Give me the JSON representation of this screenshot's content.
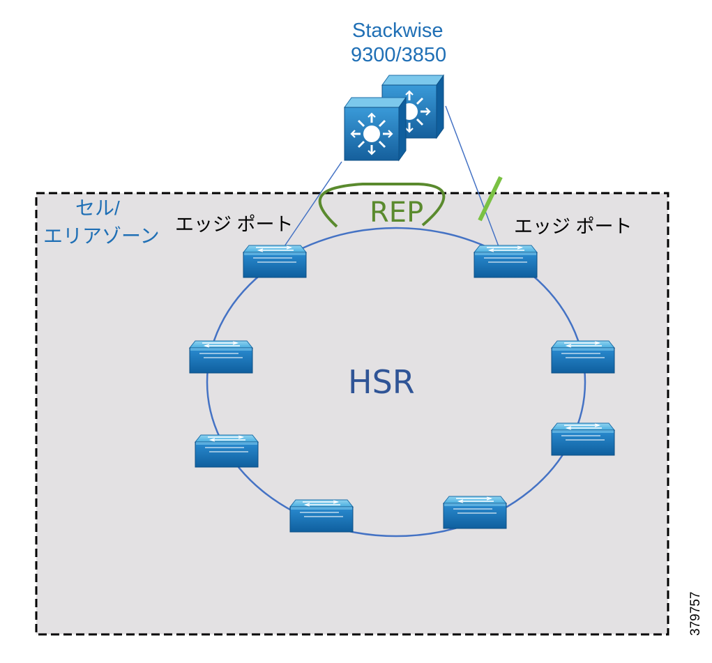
{
  "stack": {
    "title": "Stackwise",
    "model": "9300/3850"
  },
  "cell_zone": {
    "line1": "セル/",
    "line2": "エリアゾーン"
  },
  "edge_port_left": "エッジ ポート",
  "edge_port_right": "エッジ ポート",
  "rep_label": "REP",
  "ring_label": "HSR",
  "figure_id": "379757",
  "colors": {
    "zone_fill": "#e3e1e3",
    "ring_line": "#4472c4",
    "rep_arc": "#5a8a2e",
    "blocked_port": "#7ac143",
    "switch_top": "#6cc0e8",
    "switch_side": "#1a75b8",
    "label_blue": "#1f6fb5",
    "hsr_text": "#2f5496"
  },
  "icons": {
    "stack_switch": "layer3-switch-icon",
    "ring_switch": "workgroup-switch-icon"
  }
}
